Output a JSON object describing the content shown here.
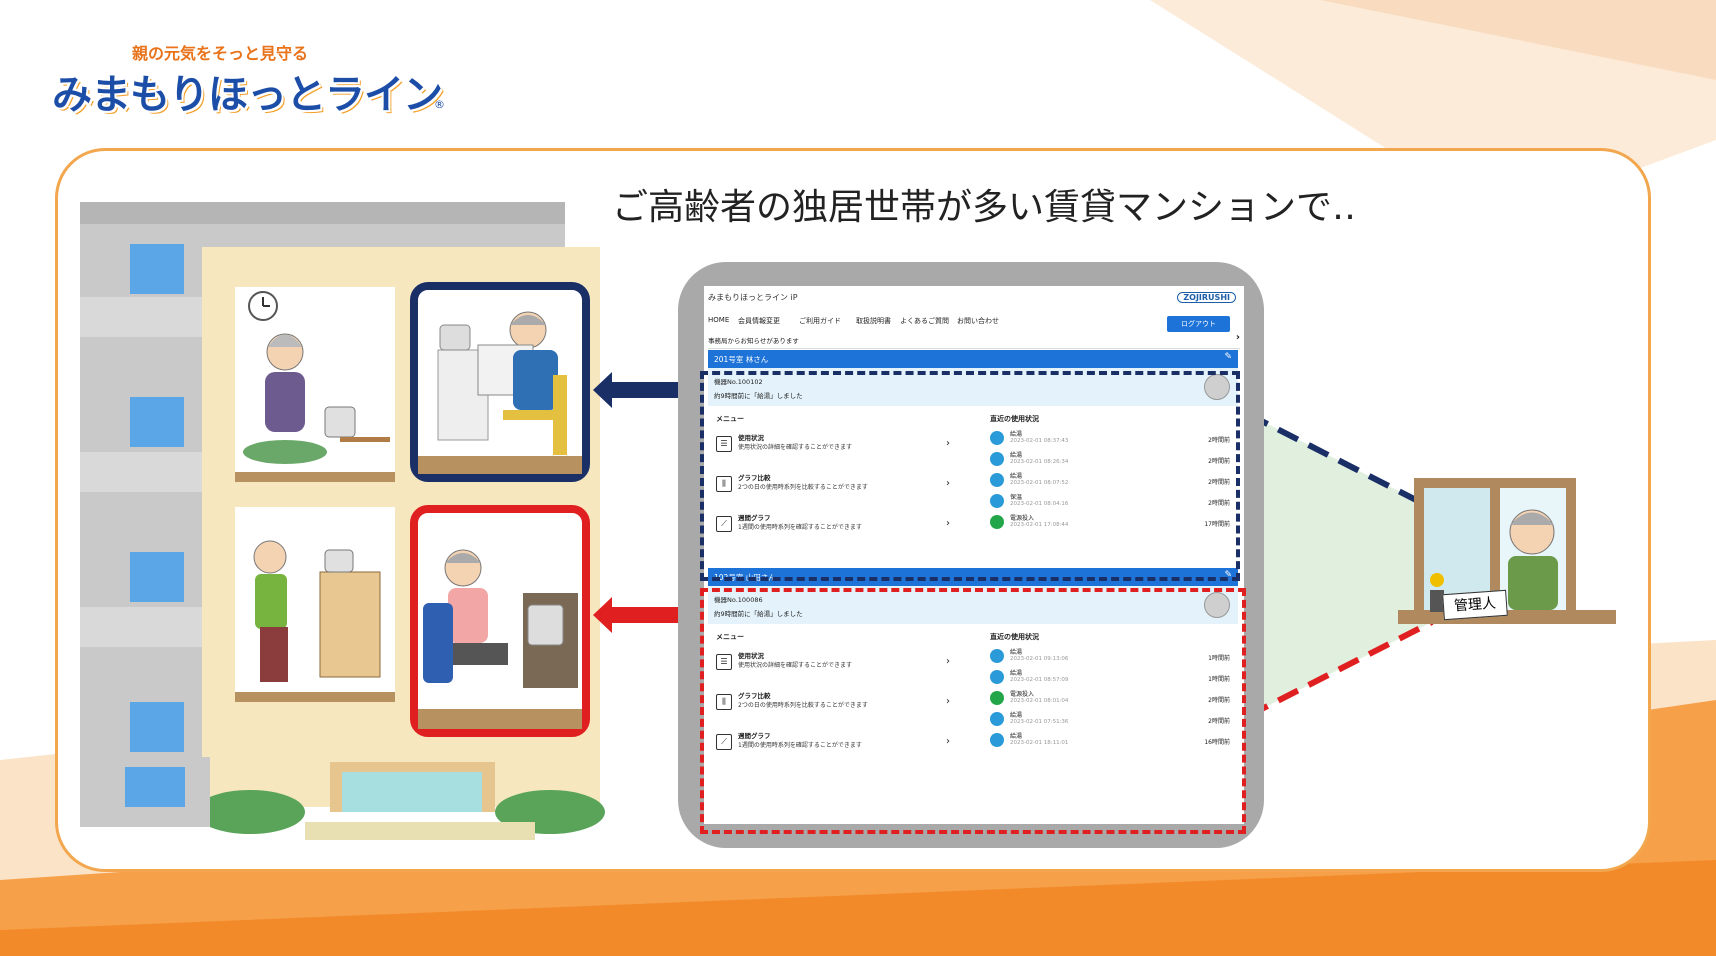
{
  "logo": {
    "tagline": "親の元気をそっと見守る",
    "name": "みまもりほっとライン",
    "registered": "®"
  },
  "headline": "ご高齢者の独居世帯が多い賃貸マンションで‥",
  "manager_sign": "管理人",
  "app": {
    "brand": "みまもりほっとライン iP",
    "maker": "ZOJIRUSHI",
    "nav": [
      "HOME",
      "会員情報変更",
      "ご利用ガイド",
      "取扱説明書",
      "よくあるご質問",
      "お問い合わせ"
    ],
    "logout": "ログアウト",
    "notice": "事務局からお知らせがあります",
    "notice_arrow": "›",
    "cards": [
      {
        "header": "201号室 林さん",
        "edit_icon": "pencil-icon",
        "device_no": "機器No.100102",
        "status": "約9時間前に「給湯」しました",
        "menu_title": "メニュー",
        "usage_title": "直近の使用状況",
        "menu": [
          {
            "icon": "list-icon",
            "name": "使用状況",
            "desc": "使用状況の詳細を確認することができます"
          },
          {
            "icon": "compare-icon",
            "name": "グラフ比較",
            "desc": "2つの日の使用時系列を比較することができます"
          },
          {
            "icon": "chart-icon",
            "name": "週間グラフ",
            "desc": "1週間の使用時系列を確認することができます"
          }
        ],
        "usage": [
          {
            "type": "kettle",
            "name": "給湯",
            "time": "2023-02-01 08:37:43",
            "ago": "2時間前"
          },
          {
            "type": "kettle",
            "name": "給湯",
            "time": "2023-02-01 08:26:34",
            "ago": "2時間前"
          },
          {
            "type": "kettle",
            "name": "給湯",
            "time": "2023-02-01 08:07:52",
            "ago": "2時間前"
          },
          {
            "type": "kettle",
            "name": "保温",
            "time": "2023-02-01 08:04:16",
            "ago": "2時間前"
          },
          {
            "type": "power",
            "name": "電源投入",
            "time": "2023-02-01 17:08:44",
            "ago": "17時間前"
          }
        ]
      },
      {
        "header": "102号室 山田さん",
        "edit_icon": "pencil-icon",
        "device_no": "機器No.100086",
        "status": "約9時間前に「給湯」しました",
        "menu_title": "メニュー",
        "usage_title": "直近の使用状況",
        "menu": [
          {
            "icon": "list-icon",
            "name": "使用状況",
            "desc": "使用状況の詳細を確認することができます"
          },
          {
            "icon": "compare-icon",
            "name": "グラフ比較",
            "desc": "2つの日の使用時系列を比較することができます"
          },
          {
            "icon": "chart-icon",
            "name": "週間グラフ",
            "desc": "1週間の使用時系列を確認することができます"
          }
        ],
        "usage": [
          {
            "type": "kettle",
            "name": "給湯",
            "time": "2023-02-01 09:13:06",
            "ago": "1時間前"
          },
          {
            "type": "kettle",
            "name": "給湯",
            "time": "2023-02-01 08:57:09",
            "ago": "1時間前"
          },
          {
            "type": "power",
            "name": "電源投入",
            "time": "2023-02-01 08:01:04",
            "ago": "2時間前"
          },
          {
            "type": "kettle",
            "name": "給湯",
            "time": "2023-02-01 07:51:36",
            "ago": "2時間前"
          },
          {
            "type": "kettle",
            "name": "給湯",
            "time": "2023-02-01 18:11:01",
            "ago": "16時間前"
          }
        ]
      }
    ]
  },
  "colors": {
    "orange": "#f2a64d",
    "blue_frame": "#1a2f66",
    "red_frame": "#e02020",
    "app_blue": "#1e73d8"
  }
}
